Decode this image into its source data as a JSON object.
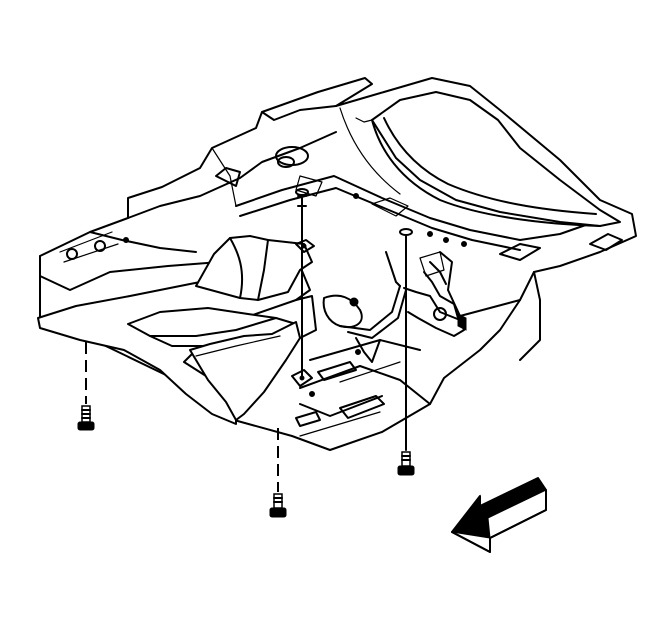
{
  "colors": {
    "ink": "#000000",
    "panel": "#ffffff",
    "background": "#ffffff"
  },
  "icons": {
    "direction_arrow": "front-direction-arrow-icon",
    "fastener": "bolt-icon"
  },
  "components": [
    {
      "id": "underbody-floor-pan",
      "kind": "vehicle-floor-pan-structure"
    },
    {
      "id": "spare-tire-well",
      "kind": "recessed-wheel-well"
    },
    {
      "id": "underbody-shield",
      "kind": "removable-underbody-panel"
    },
    {
      "id": "exhaust-pipe",
      "kind": "routed-pipe-assembly"
    },
    {
      "id": "fasteners",
      "kind": "bolts",
      "count": 4
    }
  ]
}
